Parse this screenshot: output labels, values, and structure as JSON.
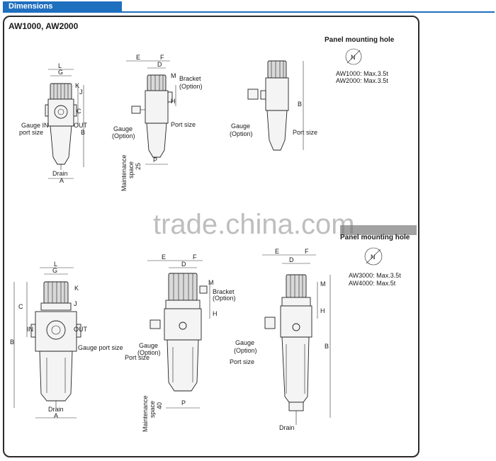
{
  "header": {
    "title": "Dimensions"
  },
  "section": {
    "title": "AW1000, AW2000"
  },
  "watermark": "trade.china.com",
  "top_row": {
    "fig1": {
      "L": "L",
      "G": "G",
      "K": "K",
      "J": "J",
      "C": "C",
      "B": "B",
      "A": "A",
      "gauge_in": "Gauge IN",
      "port_size": "port size",
      "out": "OUT",
      "drain": "Drain"
    },
    "fig2": {
      "E": "E",
      "F": "F",
      "D": "D",
      "M": "M",
      "H": "H",
      "P": "P",
      "bracket": "Bracket",
      "option": "(Option)",
      "gauge": "Gauge",
      "gauge_option": "(Option)",
      "port_size": "Port size",
      "maintenance": "Maintenance",
      "space": "space",
      "space_value": "25"
    },
    "fig3": {
      "B": "B",
      "gauge": "Gauge",
      "gauge_option": "(Option)",
      "port_size": "Port size"
    },
    "panel_hole": {
      "title": "Panel mounting hole",
      "N": "N",
      "line1": "AW1000: Max.3.5t",
      "line2": "AW2000: Max.3.5t"
    }
  },
  "bottom_row": {
    "fig1": {
      "L": "L",
      "G": "G",
      "K": "K",
      "J": "J",
      "C": "C",
      "B": "B",
      "A": "A",
      "in": "IN",
      "out": "OUT",
      "gauge_port_size": "Gauge port size",
      "drain": "Drain"
    },
    "fig2": {
      "E": "E",
      "F": "F",
      "D": "D",
      "M": "M",
      "H": "H",
      "P": "P",
      "bracket": "Bracket",
      "option": "(Option)",
      "gauge": "Gauge",
      "gauge_option": "(Option)",
      "port_size": "Port size",
      "maintenance": "Maintenance",
      "space": "space",
      "space_value": "40"
    },
    "fig3": {
      "E": "E",
      "F": "F",
      "D": "D",
      "M": "M",
      "H": "H",
      "B": "B",
      "gauge": "Gauge",
      "gauge_option": "(Option)",
      "port_size": "Port size",
      "drain": "Drain"
    },
    "panel_hole": {
      "title": "Panel mounting hole",
      "N": "N",
      "line1": "AW3000: Max.3.5t",
      "line2": "AW4000: Max.5t"
    }
  }
}
